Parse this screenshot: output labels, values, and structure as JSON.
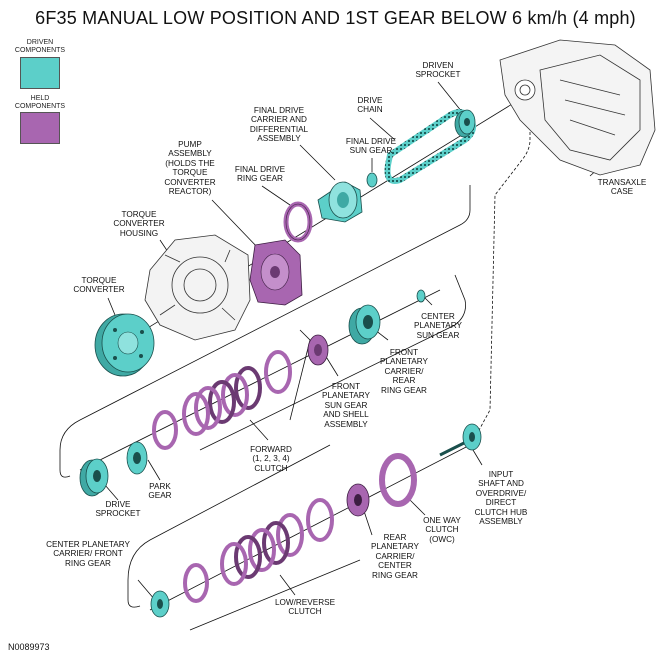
{
  "title": "6F35 MANUAL LOW POSITION AND 1ST GEAR BELOW 6 km/h (4 mph)",
  "legend": {
    "driven": {
      "label": "DRIVEN\nCOMPONENTS",
      "color": "#5ccfc9"
    },
    "held": {
      "label": "HELD\nCOMPONENTS",
      "color": "#a866b0"
    }
  },
  "labels": {
    "driven_sprocket": "DRIVEN\nSPROCKET",
    "drive_chain": "DRIVE\nCHAIN",
    "final_drive_carrier": "FINAL DRIVE\nCARRIER AND\nDIFFERENTIAL\nASSEMBLY",
    "final_drive_sun_gear": "FINAL DRIVE\nSUN GEAR",
    "final_drive_ring_gear": "FINAL DRIVE\nRING GEAR",
    "pump_assembly": "PUMP\nASSEMBLY\n(HOLDS THE\nTORQUE\nCONVERTER\nREACTOR)",
    "transaxle_case": "TRANSAXLE\nCASE",
    "torque_converter_housing": "TORQUE\nCONVERTER\nHOUSING",
    "torque_converter": "TORQUE\nCONVERTER",
    "center_planetary_sun_gear": "CENTER\nPLANETARY\nSUN GEAR",
    "front_planetary_carrier": "FRONT\nPLANETARY\nCARRIER/\nREAR\nRING GEAR",
    "front_planetary_sun_gear": "FRONT\nPLANETARY\nSUN GEAR\nAND SHELL\nASSEMBLY",
    "forward_clutch": "FORWARD\n(1, 2, 3, 4)\nCLUTCH",
    "park_gear": "PARK\nGEAR",
    "drive_sprocket": "DRIVE\nSPROCKET",
    "input_shaft": "INPUT\nSHAFT AND\nOVERDRIVE/\nDIRECT\nCLUTCH HUB\nASSEMBLY",
    "one_way_clutch": "ONE WAY\nCLUTCH\n(OWC)",
    "rear_planetary_carrier": "REAR\nPLANETARY\nCARRIER/\nCENTER\nRING GEAR",
    "center_planetary_carrier": "CENTER PLANETARY\nCARRIER/ FRONT\nRING GEAR",
    "low_reverse_clutch": "LOW/REVERSE\nCLUTCH"
  },
  "reference_number": "N0089973"
}
